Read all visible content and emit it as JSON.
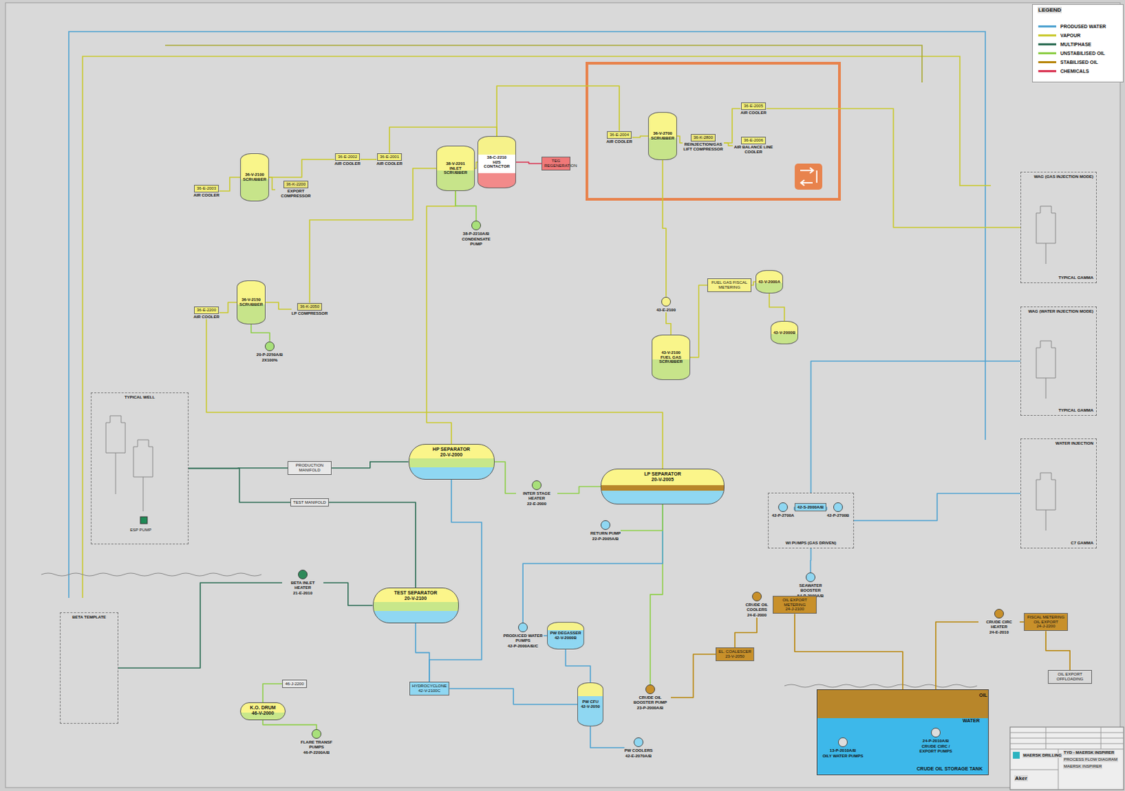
{
  "diagram": {
    "nodes": [
      {
        "text": [
          "36-E-2003",
          "AIR COOLER"
        ]
      },
      {
        "text": [
          "36-V-2100",
          "SCRUBBER"
        ]
      },
      {
        "text": [
          "36-K-2200",
          "EXPORT COMPRESSOR"
        ]
      },
      {
        "text": [
          "36-E-2002",
          "AIR COOLER"
        ]
      },
      {
        "text": [
          "36-E-2001",
          "AIR COOLER"
        ]
      },
      {
        "text": [
          "38-V-2201",
          "INLET SCRUBBER"
        ]
      },
      {
        "text": [
          "38-C-2210",
          "H2S CONTACTOR"
        ]
      },
      {
        "text": [
          "TEG REGENERATION"
        ]
      },
      {
        "text": [
          "38-P-2210A/B",
          "CONDENSATE PUMP"
        ]
      },
      {
        "text": [
          "36-E-2004",
          "AIR COOLER"
        ]
      },
      {
        "text": [
          "36-V-2700",
          "SCRUBBER"
        ]
      },
      {
        "text": [
          "36-K-2800",
          "REINJECTION/GAS LIFT COMPRESSOR"
        ]
      },
      {
        "text": [
          "36-E-2005",
          "AIR COOLER"
        ]
      },
      {
        "text": [
          "36-E-2006",
          "AIR BALANCE LINE COOLER"
        ]
      },
      {
        "text": [
          "36-E-2200",
          "AIR COOLER"
        ]
      },
      {
        "text": [
          "36-V-2150",
          "SCRUBBER"
        ]
      },
      {
        "text": [
          "36-K-2050",
          "LP COMPRESSOR"
        ]
      },
      {
        "text": [
          "20-P-2250A/B",
          "2X100%"
        ]
      },
      {
        "text": [
          "FUEL GAS FISCAL METERING"
        ]
      },
      {
        "text": [
          "43-V-2000A"
        ]
      },
      {
        "text": [
          "43-V-2000B"
        ]
      },
      {
        "text": [
          "43-E-2100"
        ]
      },
      {
        "text": [
          "43-V-2100",
          "FUEL GAS SCRUBBER"
        ]
      },
      {
        "text": [
          "TYPICAL WELL"
        ]
      },
      {
        "text": [
          "PRODUCTION MANIFOLD"
        ]
      },
      {
        "text": [
          "TEST MANIFOLD"
        ]
      },
      {
        "text": [
          "HP SEPARATOR",
          "20-V-2000"
        ]
      },
      {
        "text": [
          "TEST SEPARATOR",
          "20-V-2100"
        ]
      },
      {
        "text": [
          "BETA INLET HEATER",
          "21-E-2010"
        ]
      },
      {
        "text": [
          "BETA TEMPLATE"
        ]
      },
      {
        "text": [
          "INTER STAGE HEATER",
          "22-E-2000"
        ]
      },
      {
        "text": [
          "LP SEPARATOR",
          "20-V-2005"
        ]
      },
      {
        "text": [
          "RETURN PUMP",
          "22-P-2005A/B"
        ]
      },
      {
        "text": [
          "WI PUMPS (GAS DRIVEN)"
        ]
      },
      {
        "text": [
          "42-P-2700A"
        ],
        "in": 33
      },
      {
        "text": [
          "42-S-2000A/B"
        ],
        "in": 33
      },
      {
        "text": [
          "42-P-2700B"
        ],
        "in": 33
      },
      {
        "text": [
          "SEAWATER BOOSTER",
          "54-P-2000A/B"
        ]
      },
      {
        "text": [
          "HYDROCYCLONE",
          "42-V-2100C"
        ]
      },
      {
        "text": [
          "PRODUCED WATER PUMPS",
          "42-P-2000A/B/C"
        ]
      },
      {
        "text": [
          "PW DEGASSER",
          "42-V-2000B"
        ]
      },
      {
        "text": [
          "PW CFU",
          "42-V-2050"
        ]
      },
      {
        "text": [
          "PW COOLERS",
          "42-E-2070A/B"
        ]
      },
      {
        "text": [
          "K.O. DRUM",
          "46-V-2000"
        ]
      },
      {
        "text": [
          "FLARE TRANSF PUMPS",
          "46-P-2200A/B"
        ]
      },
      {
        "text": [
          "46-J-2200"
        ]
      },
      {
        "text": [
          "CRUDE OIL COOLERS",
          "24-E-2000"
        ]
      },
      {
        "text": [
          "OIL EXPORT METERING",
          "24-J-2100"
        ]
      },
      {
        "text": [
          "EL. COALESCER",
          "23-V-2050"
        ]
      },
      {
        "text": [
          "CRUDE OIL BOOSTER PUMP",
          "23-P-2000A/B"
        ]
      },
      {
        "text": [
          "CRUDE OIL STORAGE TANK"
        ]
      },
      {
        "text": [
          "24-P-2010A/B",
          "CRUDE CIRC / EXPORT PUMPS"
        ],
        "in": 50
      },
      {
        "text": [
          "13-P-2010A/B",
          "OILY WATER PUMPS"
        ],
        "in": 50
      },
      {
        "text": [
          "CRUDE CIRC HEATER",
          "24-E-2010"
        ]
      },
      {
        "text": [
          "FISCAL METERING OIL EXPORT",
          "24-J-2200"
        ]
      },
      {
        "text": [
          "OIL EXPORT OFFLOADING"
        ]
      },
      {
        "text": [
          "WAG (GAS INJECTION MODE)",
          "TYPICAL GAMMA"
        ]
      },
      {
        "text": [
          "WAG (WATER INJECTION MODE)",
          "TYPICAL GAMMA"
        ]
      },
      {
        "text": [
          "WATER INJECTION",
          "C7 GAMMA"
        ]
      }
    ],
    "edges": [
      {
        "from": 26,
        "to": 30,
        "arrow": "none"
      },
      {
        "from": 30,
        "to": 31,
        "arrow": "none"
      },
      {
        "from": 24,
        "to": 26,
        "arrow": "none"
      },
      {
        "from": 25,
        "to": 27,
        "arrow": "none"
      },
      {
        "from": 28,
        "to": 27,
        "arrow": "none"
      },
      {
        "from": 29,
        "to": 28,
        "arrow": "none"
      },
      {
        "from": 23,
        "to": 24,
        "arrow": "none"
      },
      {
        "from": 23,
        "to": 25,
        "arrow": "none"
      },
      {
        "from": 26,
        "to": 5,
        "arrow": "none"
      },
      {
        "from": 5,
        "to": 6,
        "arrow": "none"
      },
      {
        "from": 6,
        "to": 7,
        "arrow": "none"
      },
      {
        "from": 5,
        "to": 8,
        "arrow": "none"
      },
      {
        "from": 6,
        "to": 4,
        "arrow": "none"
      },
      {
        "from": 4,
        "to": 3,
        "arrow": "none"
      },
      {
        "from": 3,
        "to": 1,
        "arrow": "none"
      },
      {
        "from": 1,
        "to": 2,
        "arrow": "none"
      },
      {
        "from": 0,
        "to": 1,
        "arrow": "none"
      },
      {
        "from": 31,
        "to": 14,
        "arrow": "none"
      },
      {
        "from": 14,
        "to": 15,
        "arrow": "none"
      },
      {
        "from": 15,
        "to": 16,
        "arrow": "none"
      },
      {
        "from": 15,
        "to": 17,
        "arrow": "none"
      },
      {
        "from": 16,
        "to": 5,
        "arrow": "none"
      },
      {
        "from": 9,
        "to": 10,
        "arrow": "none"
      },
      {
        "from": 10,
        "to": 11,
        "arrow": "none"
      },
      {
        "from": 11,
        "to": 12,
        "arrow": "none"
      },
      {
        "from": 11,
        "to": 13,
        "arrow": "none"
      },
      {
        "from": 12,
        "to": 56,
        "arrow": "none"
      },
      {
        "from": 6,
        "to": 9,
        "arrow": "none"
      },
      {
        "from": 10,
        "to": 21,
        "arrow": "none"
      },
      {
        "from": 21,
        "to": 22,
        "arrow": "none"
      },
      {
        "from": 22,
        "to": 18,
        "arrow": "none"
      },
      {
        "from": 18,
        "to": 19,
        "arrow": "none"
      },
      {
        "from": 19,
        "to": 20,
        "arrow": "none"
      },
      {
        "from": 31,
        "to": 49,
        "arrow": "none"
      },
      {
        "from": 49,
        "to": 48,
        "arrow": "none"
      },
      {
        "from": 48,
        "to": 46,
        "arrow": "none"
      },
      {
        "from": 46,
        "to": 47,
        "arrow": "none"
      },
      {
        "from": 47,
        "to": 50,
        "arrow": "none"
      },
      {
        "from": 51,
        "to": 53,
        "arrow": "none"
      },
      {
        "from": 53,
        "to": 54,
        "arrow": "none"
      },
      {
        "from": 54,
        "to": 55,
        "arrow": "none"
      },
      {
        "from": 26,
        "to": 38,
        "arrow": "none"
      },
      {
        "from": 27,
        "to": 38,
        "arrow": "none"
      },
      {
        "from": 38,
        "to": 41,
        "arrow": "none"
      },
      {
        "from": 31,
        "to": 39,
        "arrow": "none"
      },
      {
        "from": 39,
        "to": 40,
        "arrow": "none"
      },
      {
        "from": 40,
        "to": 41,
        "arrow": "none"
      },
      {
        "from": 41,
        "to": 42,
        "arrow": "none"
      },
      {
        "from": 31,
        "to": 32,
        "arrow": "none"
      },
      {
        "from": 37,
        "to": 33,
        "arrow": "none"
      },
      {
        "from": 33,
        "to": 58,
        "arrow": "none"
      },
      {
        "from": 33,
        "to": 57,
        "arrow": "none"
      },
      {
        "from": 34,
        "to": 35,
        "arrow": "none"
      },
      {
        "from": 35,
        "to": 36,
        "arrow": "none"
      },
      {
        "from": 43,
        "to": 44,
        "arrow": "none"
      },
      {
        "from": 43,
        "to": 45,
        "arrow": "none"
      }
    ],
    "labels": [
      "LEGEND",
      "OIL",
      "WATER",
      "MAERSK DRILLING",
      "TYD - MAERSK INSPIRER",
      "PROCESS FLOW DIAGRAM",
      "MAERSK INSPIRER",
      "Aker",
      "ESP PUMP"
    ],
    "legend": [
      {
        "text": "PRODUSED WATER",
        "color": "#4fa3d1"
      },
      {
        "text": "VAPOUR",
        "color": "#c9c92e"
      },
      {
        "text": "MULTIPHASE",
        "color": "#2e6e55"
      },
      {
        "text": "UNSTABILISED OIL",
        "color": "#8fcf4a"
      },
      {
        "text": "STABILISED OIL",
        "color": "#b8860b"
      },
      {
        "text": "CHEMICALS",
        "color": "#d9304f"
      }
    ]
  }
}
